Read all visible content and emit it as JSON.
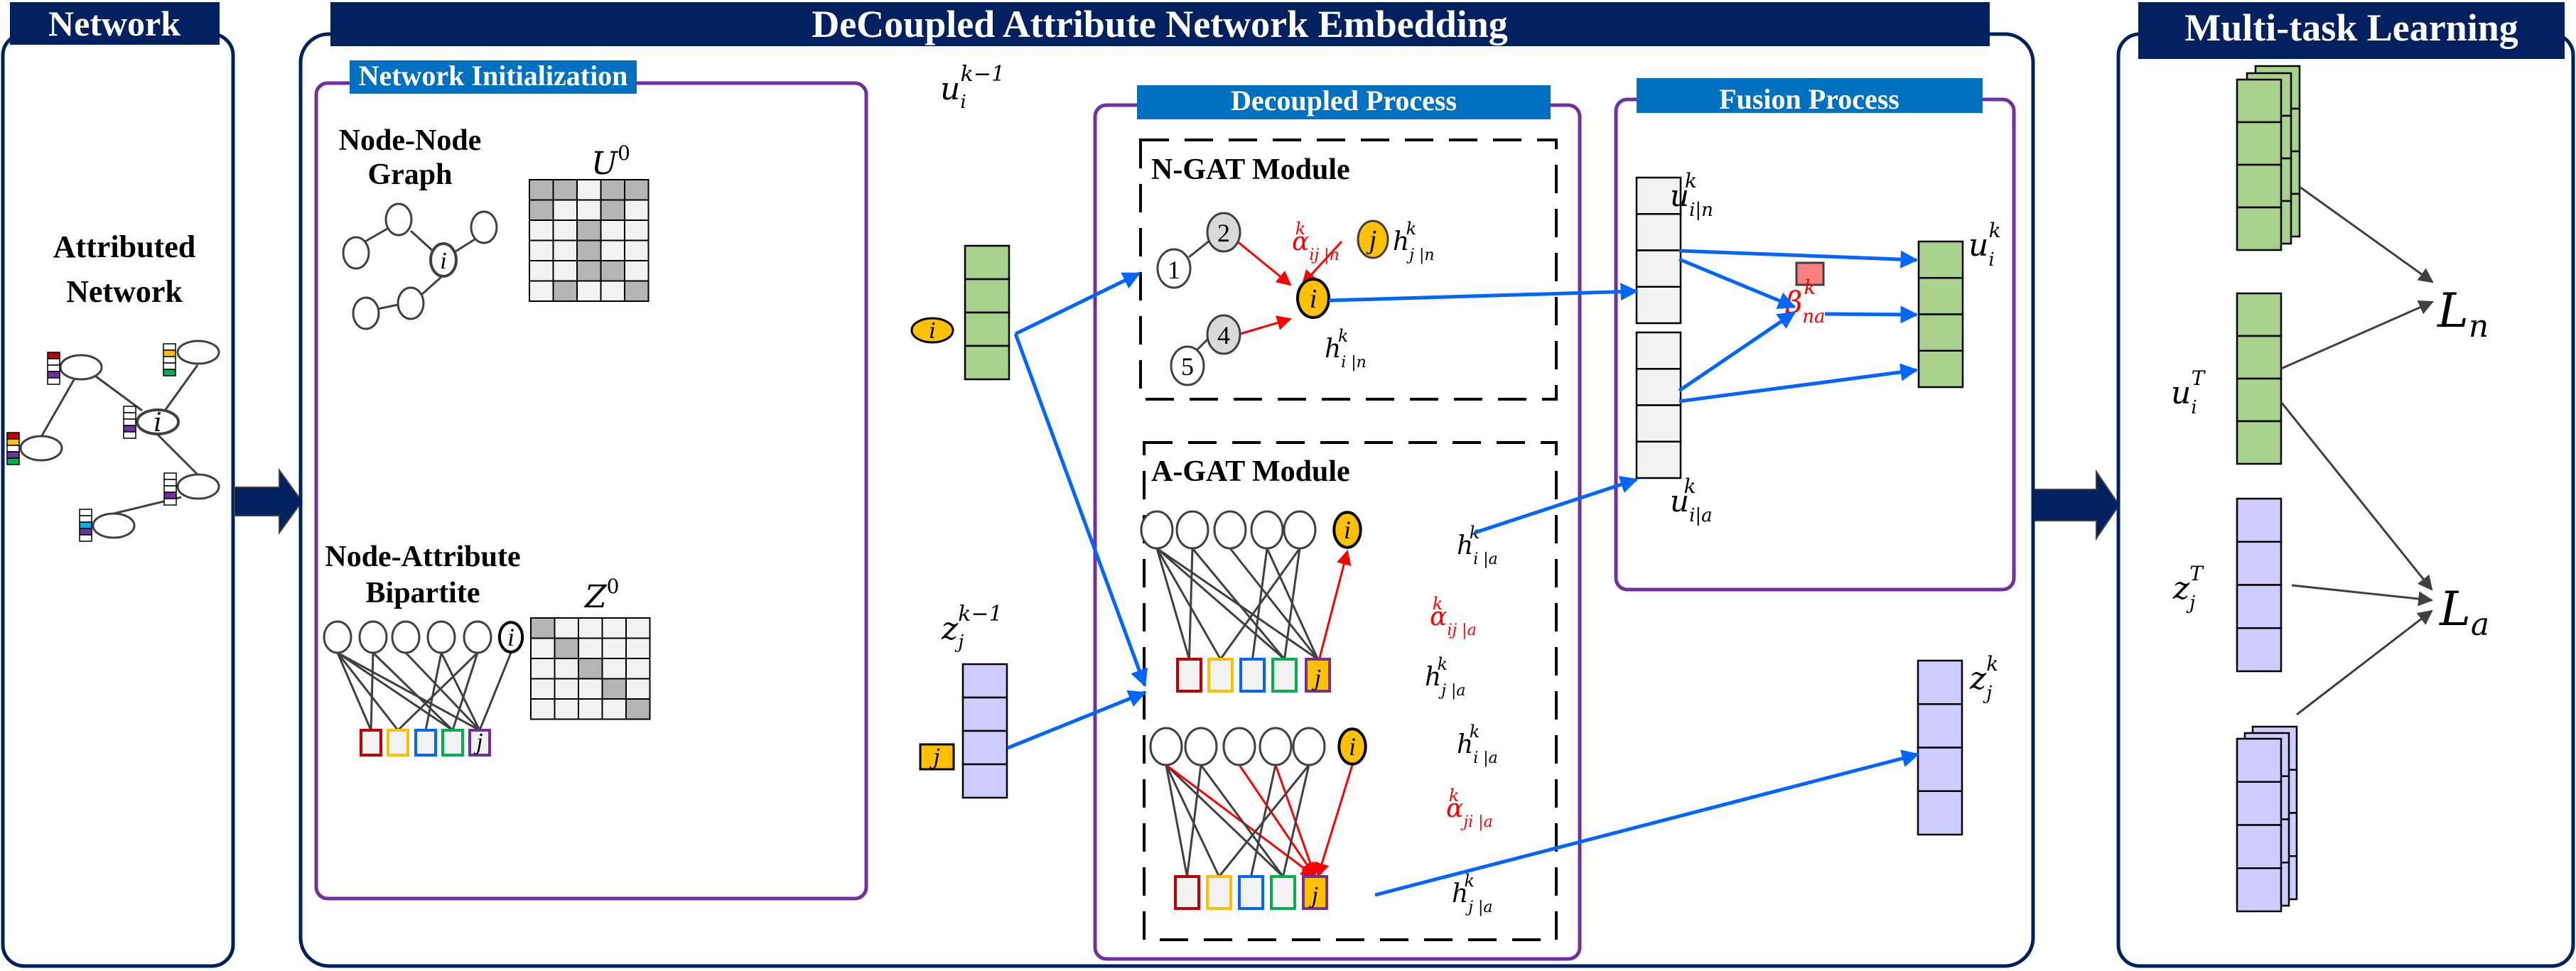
{
  "colors": {
    "navy": "#002060",
    "section_blue": "#0070c0",
    "purple": "#7030a0",
    "node_yellow": "#ffc000",
    "embed_green": "#a9d18e",
    "embed_lavender": "#ccccff",
    "flow_blue": "#0066ff",
    "attention_red": "#ff0000",
    "beta_pink": "#ff8080",
    "matrix_dark": "#b4b4b4",
    "matrix_light": "#f2f2f2",
    "attr_red": "#c00000",
    "attr_yellow": "#ffc000",
    "attr_blue": "#0066ff",
    "attr_green": "#00b050",
    "attr_purple": "#7030a0",
    "attr_cyan": "#00b0f0"
  },
  "panels": {
    "network": {
      "title": "Network",
      "label_line1": "Attributed",
      "label_line2": "Network",
      "center_node": "i"
    },
    "dane": {
      "title": "DeCoupled Attribute Network Embedding",
      "init": {
        "title": "Network Initialization",
        "nn_line1": "Node-Node",
        "nn_line2": "Graph",
        "nn_center": "i",
        "u0": "U",
        "u0_sup": "0",
        "na_line1": "Node-Attribute",
        "na_line2": "Bipartite",
        "na_node": "i",
        "na_attr": "j",
        "z0": "Z",
        "z0_sup": "0",
        "u0_matrix": [
          [
            1,
            1,
            0,
            1,
            1
          ],
          [
            1,
            0,
            0,
            1,
            0
          ],
          [
            0,
            0,
            1,
            0,
            0
          ],
          [
            0,
            0,
            1,
            0,
            0
          ],
          [
            0,
            0,
            1,
            1,
            0
          ],
          [
            0,
            1,
            0,
            0,
            1
          ]
        ],
        "z0_matrix": [
          [
            1,
            0,
            0,
            0,
            0
          ],
          [
            0,
            1,
            0,
            0,
            0
          ],
          [
            0,
            0,
            1,
            0,
            0
          ],
          [
            0,
            0,
            0,
            1,
            0
          ],
          [
            0,
            0,
            0,
            0,
            1
          ]
        ]
      },
      "inputs": {
        "u_prev": "u",
        "u_prev_sub": "i",
        "u_prev_sup": "k−1",
        "node_i": "i",
        "z_prev": "z",
        "z_prev_sub": "j",
        "z_prev_sup": "k−1",
        "attr_j": "j"
      },
      "decoupled": {
        "title": "Decoupled Process",
        "ngat": {
          "title": "N-GAT Module",
          "nodes": [
            "1",
            "2",
            "4",
            "5"
          ],
          "center": "i",
          "neighbor": "j",
          "alpha": "α",
          "alpha_sub": "ij |n",
          "alpha_sup": "k",
          "h_j": "h",
          "h_j_sub": "j |n",
          "h_j_sup": "k",
          "h_i": "h",
          "h_i_sub": "i |n",
          "h_i_sup": "k"
        },
        "agat": {
          "title": "A-GAT Module",
          "center": "i",
          "attr": "j",
          "alpha1": "α",
          "alpha1_sub": "ij |a",
          "alpha1_sup": "k",
          "alpha2": "α",
          "alpha2_sub": "ji |a",
          "alpha2_sup": "k",
          "h_i": "h",
          "h_i_sub": "i |a",
          "h_i_sup": "k",
          "h_j": "h",
          "h_j_sub": "j |a",
          "h_j_sup": "k"
        }
      },
      "fusion": {
        "title": "Fusion Process",
        "u_n": "u",
        "u_n_sub": "i|n",
        "u_n_sup": "k",
        "u_a": "u",
        "u_a_sub": "i|a",
        "u_a_sup": "k",
        "beta": "β",
        "beta_sub": "na",
        "beta_sup": "k",
        "u_out": "u",
        "u_out_sub": "i",
        "u_out_sup": "k"
      },
      "z_out": "z",
      "z_out_sub": "j",
      "z_out_sup": "k"
    },
    "mtl": {
      "title": "Multi-task Learning",
      "u_T": "u",
      "u_T_sub": "i",
      "u_T_sup": "T",
      "z_T": "z",
      "z_T_sub": "j",
      "z_T_sup": "T",
      "loss_n": "L",
      "loss_n_sub": "n",
      "loss_a": "L",
      "loss_a_sub": "a"
    }
  }
}
